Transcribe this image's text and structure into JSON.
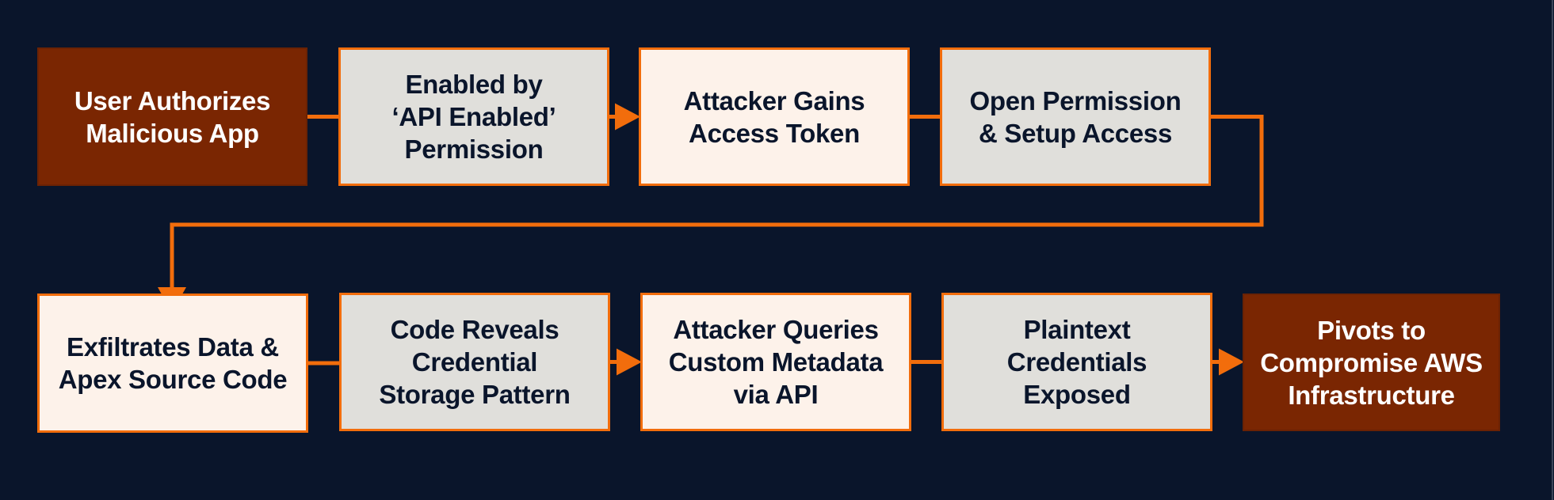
{
  "diagram": {
    "type": "flowchart",
    "accent_color": "#f26d0c",
    "background_color": "#0a152b",
    "nodes": [
      {
        "id": "n1",
        "label": "User Authorizes\nMalicious App",
        "style": "dark",
        "fill": "#7a2602"
      },
      {
        "id": "n2",
        "label": "Enabled by\n‘API Enabled’\nPermission",
        "style": "grey",
        "fill": "#e0dfdb"
      },
      {
        "id": "n3",
        "label": "Attacker Gains\nAccess Token",
        "style": "cream",
        "fill": "#fdf2ea"
      },
      {
        "id": "n4",
        "label": "Open Permission\n& Setup Access",
        "style": "grey",
        "fill": "#e0dfdb"
      },
      {
        "id": "n5",
        "label": "Exfiltrates Data &\nApex Source Code",
        "style": "cream",
        "fill": "#fdf2ea"
      },
      {
        "id": "n6",
        "label": "Code Reveals\nCredential\nStorage Pattern",
        "style": "grey",
        "fill": "#e0dfdb"
      },
      {
        "id": "n7",
        "label": "Attacker Queries\nCustom Metadata\nvia API",
        "style": "cream",
        "fill": "#fdf2ea"
      },
      {
        "id": "n8",
        "label": "Plaintext\nCredentials\nExposed",
        "style": "grey",
        "fill": "#e0dfdb"
      },
      {
        "id": "n9",
        "label": "Pivots to\nCompromise AWS\nInfrastructure",
        "style": "dark",
        "fill": "#7a2602"
      }
    ],
    "edges": [
      {
        "from": "n1",
        "to": "n2",
        "arrowhead": false
      },
      {
        "from": "n2",
        "to": "n3",
        "arrowhead": true
      },
      {
        "from": "n3",
        "to": "n4",
        "arrowhead": false
      },
      {
        "from": "n4",
        "to": "n5",
        "arrowhead": true,
        "routing": "loop-back"
      },
      {
        "from": "n5",
        "to": "n6",
        "arrowhead": false
      },
      {
        "from": "n6",
        "to": "n7",
        "arrowhead": true
      },
      {
        "from": "n7",
        "to": "n8",
        "arrowhead": false
      },
      {
        "from": "n8",
        "to": "n9",
        "arrowhead": true
      }
    ]
  }
}
